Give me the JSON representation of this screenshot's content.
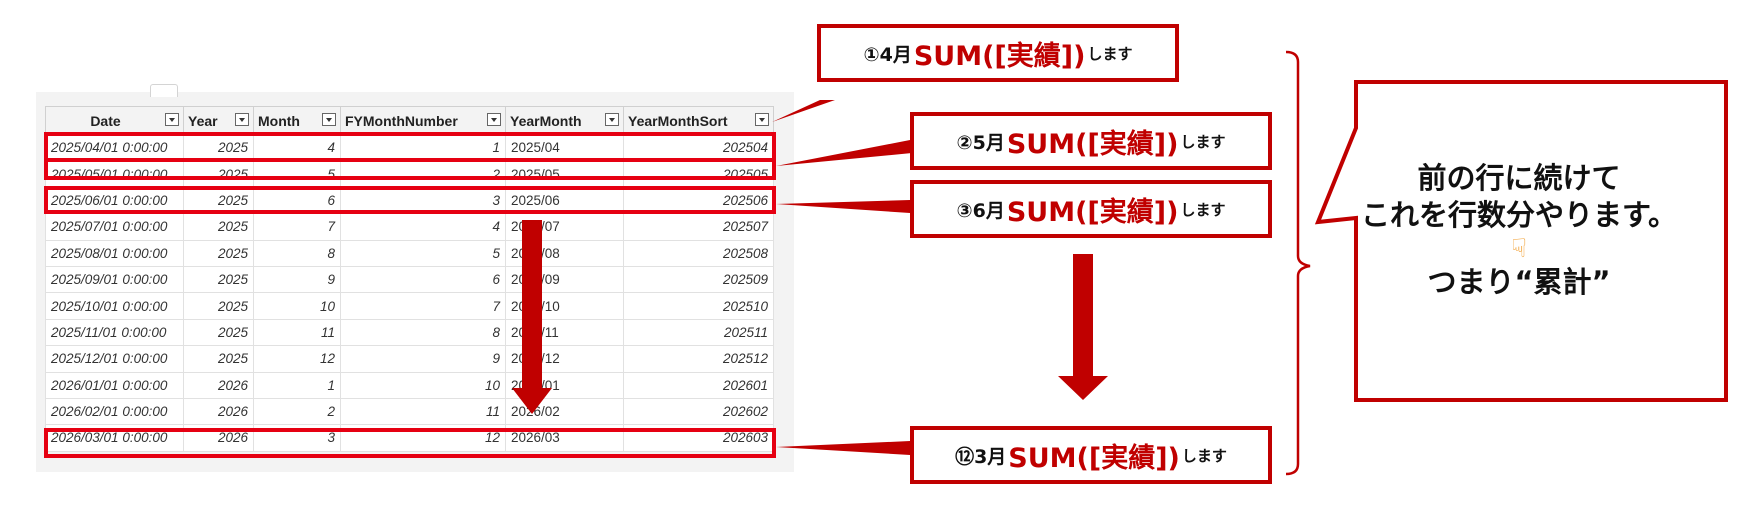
{
  "table": {
    "columns": [
      "Date",
      "Year",
      "Month",
      "FYMonthNumber",
      "YearMonth",
      "YearMonthSort"
    ],
    "rows": [
      [
        "2025/04/01 0:00:00",
        "2025",
        "4",
        "1",
        "2025/04",
        "202504"
      ],
      [
        "2025/05/01 0:00:00",
        "2025",
        "5",
        "2",
        "2025/05",
        "202505"
      ],
      [
        "2025/06/01 0:00:00",
        "2025",
        "6",
        "3",
        "2025/06",
        "202506"
      ],
      [
        "2025/07/01 0:00:00",
        "2025",
        "7",
        "4",
        "2025/07",
        "202507"
      ],
      [
        "2025/08/01 0:00:00",
        "2025",
        "8",
        "5",
        "2025/08",
        "202508"
      ],
      [
        "2025/09/01 0:00:00",
        "2025",
        "9",
        "6",
        "2025/09",
        "202509"
      ],
      [
        "2025/10/01 0:00:00",
        "2025",
        "10",
        "7",
        "2025/10",
        "202510"
      ],
      [
        "2025/11/01 0:00:00",
        "2025",
        "11",
        "8",
        "2025/11",
        "202511"
      ],
      [
        "2025/12/01 0:00:00",
        "2025",
        "12",
        "9",
        "2025/12",
        "202512"
      ],
      [
        "2026/01/01 0:00:00",
        "2026",
        "1",
        "10",
        "2026/01",
        "202601"
      ],
      [
        "2026/02/01 0:00:00",
        "2026",
        "2",
        "11",
        "2026/02",
        "202602"
      ],
      [
        "2026/03/01 0:00:00",
        "2026",
        "3",
        "12",
        "2026/03",
        "202603"
      ]
    ]
  },
  "callouts": [
    {
      "prefix": "①4月",
      "sum": "SUM([実績])",
      "suffix": "します"
    },
    {
      "prefix": "②5月",
      "sum": "SUM([実績])",
      "suffix": "します"
    },
    {
      "prefix": "③6月",
      "sum": "SUM([実績])",
      "suffix": "します"
    },
    {
      "prefix": "⑫3月",
      "sum": "SUM([実績])",
      "suffix": "します"
    }
  ],
  "note": {
    "line1": "前の行に続けて",
    "line2": "これを行数分やります。",
    "icon": "pointing-down-hand-icon",
    "line3": "つまり“累計”"
  },
  "colors": {
    "highlight": "#e60012",
    "callout_border": "#c00000",
    "arrow": "#c00000"
  }
}
